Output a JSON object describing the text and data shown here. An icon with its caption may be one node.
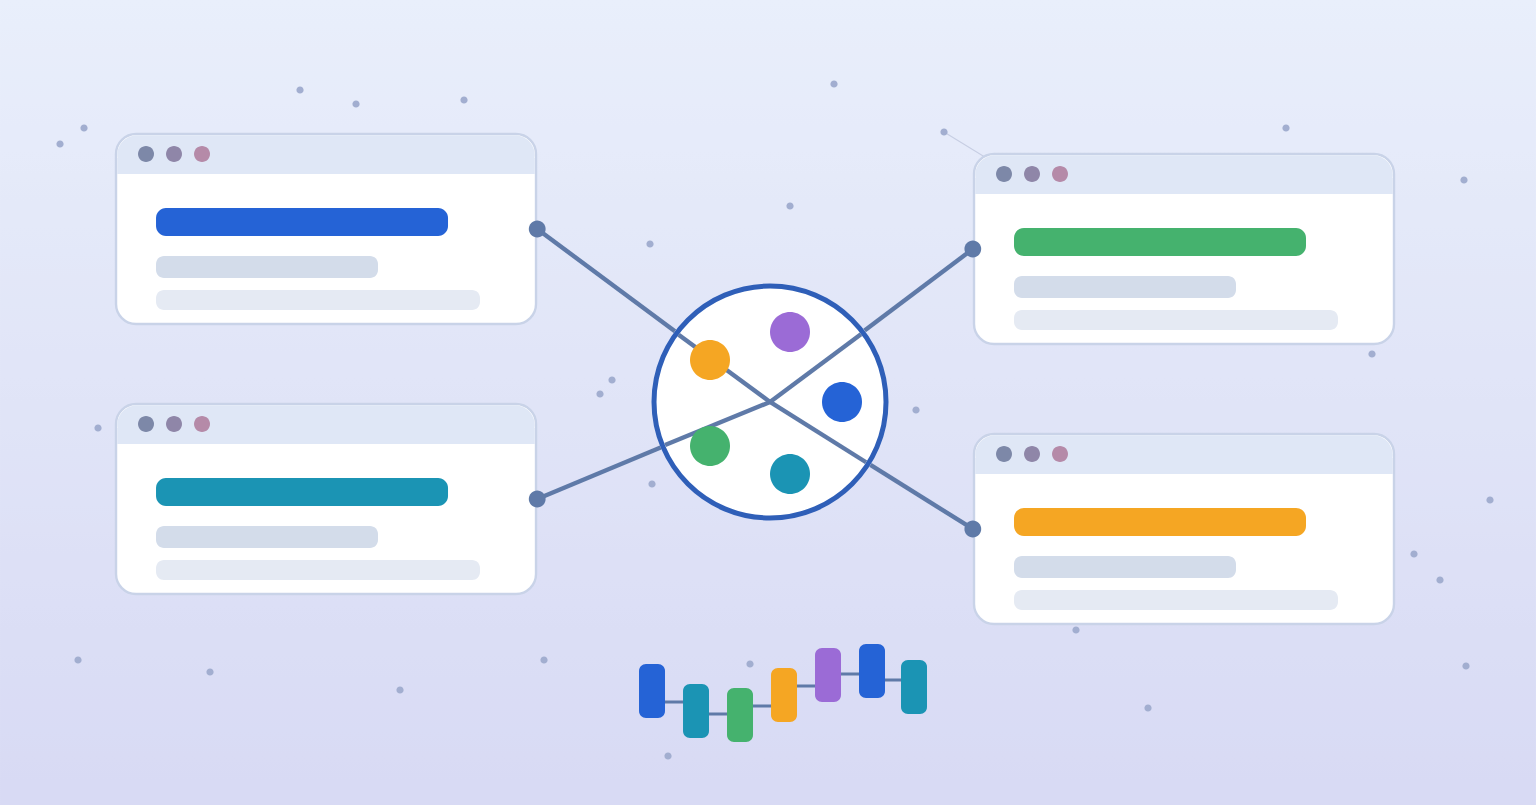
{
  "diagram": {
    "nodes": [
      {
        "text": [],
        "shape": "box"
      },
      {
        "text": [],
        "shape": "box"
      },
      {
        "text": [],
        "shape": "box"
      },
      {
        "text": [],
        "shape": "box"
      },
      {
        "text": [],
        "shape": "circle"
      }
    ],
    "edges": [
      {
        "from": 0,
        "to": 4,
        "arrow": "other"
      },
      {
        "from": 1,
        "to": 4,
        "arrow": "other"
      },
      {
        "from": 2,
        "to": 4,
        "arrow": "other"
      },
      {
        "from": 3,
        "to": 4,
        "arrow": "other"
      }
    ]
  }
}
